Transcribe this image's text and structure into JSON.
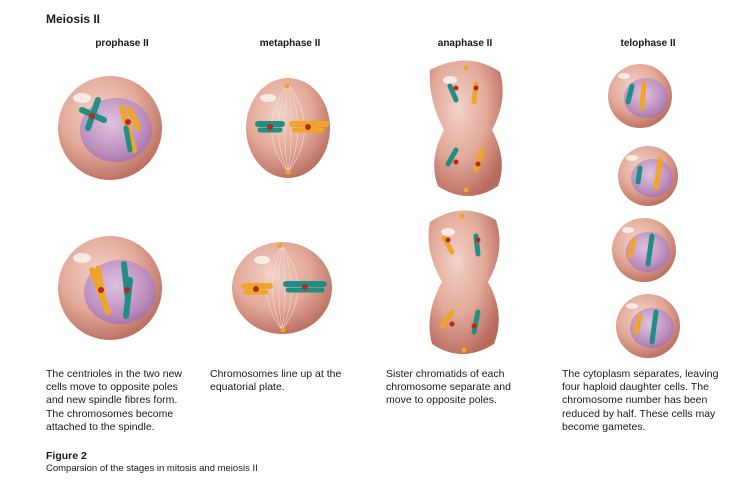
{
  "heading": "Meiosis II",
  "stages": [
    {
      "title": "prophase II",
      "description": "The centrioles in the two new cells move to opposite poles and new spindle fibres form. The chromosomes become attached to the spindle."
    },
    {
      "title": "metaphase II",
      "description": "Chromosomes line up at the equatorial plate."
    },
    {
      "title": "anaphase II",
      "description": "Sister chromatids of each chromosome separate and move to opposite poles."
    },
    {
      "title": "telophase II",
      "description": "The cytoplasm separates, leaving four haploid daughter cells. The chromosome number has been reduced by half. These cells may become gametes."
    }
  ],
  "figure": {
    "label": "Figure 2",
    "caption": "Comparsion of the stages in mitosis and meiosis II"
  },
  "colors": {
    "cell": "#c98577",
    "nucleus": "#b58ac2",
    "chromosome_teal": "#1f8f86",
    "chromosome_orange": "#f0a526",
    "centromere": "#b8281e"
  }
}
